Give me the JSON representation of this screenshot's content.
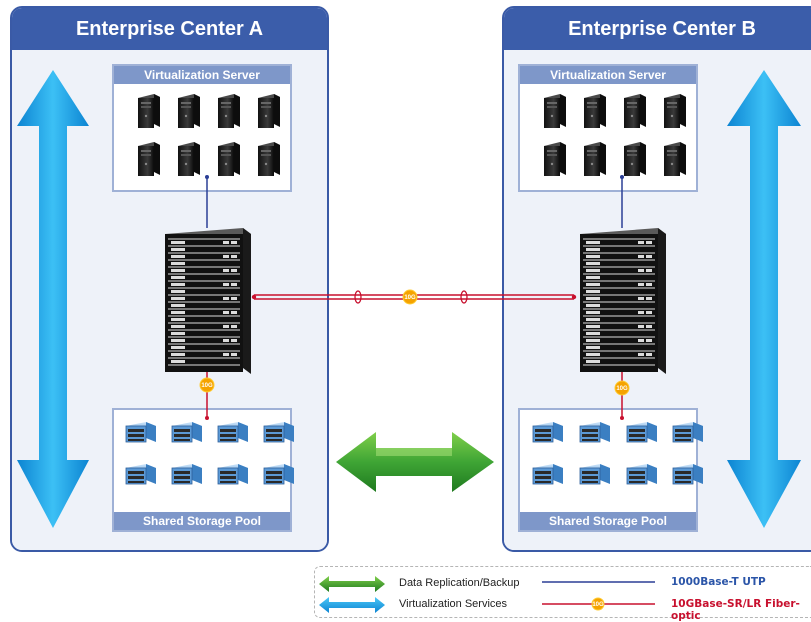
{
  "center_a": {
    "title": "Enterprise Center A"
  },
  "center_b": {
    "title": "Enterprise Center B"
  },
  "panels": {
    "virtualization": "Virtualization Server",
    "storage": "Shared Storage Pool"
  },
  "link_badge": "10G",
  "legend": {
    "replication": "Data Replication/Backup",
    "virtualization": "Virtualization Services",
    "utp": "1000Base-T UTP",
    "fiber": "10GBase-SR/LR Fiber-optic"
  },
  "colors": {
    "frame": "#3b5daa",
    "panel_header": "#7e97c9",
    "virtualization_arrow": "#1aa0e6",
    "replication_arrow": "#3fa535",
    "utp_line": "#2b3f96",
    "fiber_line": "#c8102e",
    "badge": "#f5a300"
  }
}
